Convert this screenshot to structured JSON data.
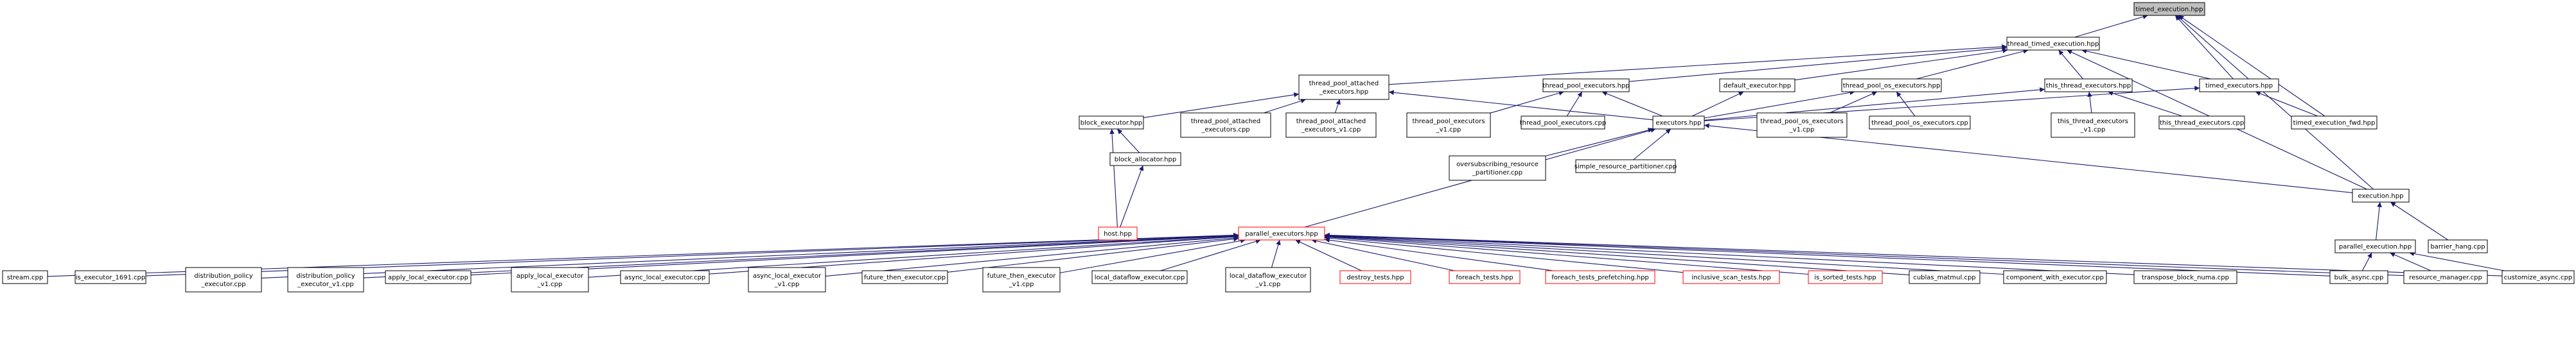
{
  "graph": {
    "type": "include-dependency-graph",
    "colors": {
      "edge": "#191970",
      "root_fill": "#bfbfbf",
      "node_border": "#000000",
      "truncated_border": "#ff0000"
    },
    "nodes": [
      {
        "id": "timed_execution",
        "label": [
          "timed_execution.hpp"
        ],
        "root": true
      },
      {
        "id": "thread_timed_execution",
        "label": [
          "thread_timed_execution.hpp"
        ]
      },
      {
        "id": "thread_pool_attached_executors",
        "label": [
          "thread_pool_attached",
          "_executors.hpp"
        ]
      },
      {
        "id": "thread_pool_executors",
        "label": [
          "thread_pool_executors.hpp"
        ]
      },
      {
        "id": "default_executor",
        "label": [
          "default_executor.hpp"
        ]
      },
      {
        "id": "thread_pool_os_executors",
        "label": [
          "thread_pool_os_executors.hpp"
        ]
      },
      {
        "id": "this_thread_executors",
        "label": [
          "this_thread_executors.hpp"
        ]
      },
      {
        "id": "timed_executors",
        "label": [
          "timed_executors.hpp"
        ]
      },
      {
        "id": "block_executor",
        "label": [
          "block_executor.hpp"
        ]
      },
      {
        "id": "thread_pool_attached_executors_cpp",
        "label": [
          "thread_pool_attached",
          "_executors.cpp"
        ]
      },
      {
        "id": "thread_pool_attached_executors_v1",
        "label": [
          "thread_pool_attached",
          "_executors_v1.cpp"
        ]
      },
      {
        "id": "thread_pool_executors_v1",
        "label": [
          "thread_pool_executors",
          "_v1.cpp"
        ]
      },
      {
        "id": "thread_pool_executors_cpp",
        "label": [
          "thread_pool_executors.cpp"
        ]
      },
      {
        "id": "executors",
        "label": [
          "executors.hpp"
        ]
      },
      {
        "id": "thread_pool_os_executors_v1",
        "label": [
          "thread_pool_os_executors",
          "_v1.cpp"
        ]
      },
      {
        "id": "thread_pool_os_executors_cpp",
        "label": [
          "thread_pool_os_executors.cpp"
        ]
      },
      {
        "id": "this_thread_executors_v1",
        "label": [
          "this_thread_executors",
          "_v1.cpp"
        ]
      },
      {
        "id": "this_thread_executors_cpp",
        "label": [
          "this_thread_executors.cpp"
        ]
      },
      {
        "id": "timed_execution_fwd",
        "label": [
          "timed_execution_fwd.hpp"
        ]
      },
      {
        "id": "block_allocator",
        "label": [
          "block_allocator.hpp"
        ]
      },
      {
        "id": "oversubscribing",
        "label": [
          "oversubscribing_resource",
          "_partitioner.cpp"
        ]
      },
      {
        "id": "simple_resource",
        "label": [
          "simple_resource_partitioner.cpp"
        ]
      },
      {
        "id": "execution",
        "label": [
          "execution.hpp"
        ]
      },
      {
        "id": "host",
        "label": [
          "host.hpp"
        ],
        "truncated": true
      },
      {
        "id": "parallel_executors",
        "label": [
          "parallel_executors.hpp"
        ],
        "truncated": true
      },
      {
        "id": "parallel_execution",
        "label": [
          "parallel_execution.hpp"
        ]
      },
      {
        "id": "barrier_hang",
        "label": [
          "barrier_hang.cpp"
        ]
      },
      {
        "id": "stream",
        "label": [
          "stream.cpp"
        ]
      },
      {
        "id": "is_executor_1691",
        "label": [
          "is_executor_1691.cpp"
        ]
      },
      {
        "id": "distribution_policy_executor",
        "label": [
          "distribution_policy",
          "_executor.cpp"
        ]
      },
      {
        "id": "distribution_policy_executor_v1",
        "label": [
          "distribution_policy",
          "_executor_v1.cpp"
        ]
      },
      {
        "id": "apply_local_executor",
        "label": [
          "apply_local_executor.cpp"
        ]
      },
      {
        "id": "apply_local_executor_v1",
        "label": [
          "apply_local_executor",
          "_v1.cpp"
        ]
      },
      {
        "id": "async_local_executor",
        "label": [
          "async_local_executor.cpp"
        ]
      },
      {
        "id": "async_local_executor_v1",
        "label": [
          "async_local_executor",
          "_v1.cpp"
        ]
      },
      {
        "id": "future_then_executor",
        "label": [
          "future_then_executor.cpp"
        ]
      },
      {
        "id": "future_then_executor_v1",
        "label": [
          "future_then_executor",
          "_v1.cpp"
        ]
      },
      {
        "id": "local_dataflow_executor",
        "label": [
          "local_dataflow_executor.cpp"
        ]
      },
      {
        "id": "local_dataflow_executor_v1",
        "label": [
          "local_dataflow_executor",
          "_v1.cpp"
        ]
      },
      {
        "id": "destroy_tests",
        "label": [
          "destroy_tests.hpp"
        ],
        "truncated": true
      },
      {
        "id": "foreach_tests",
        "label": [
          "foreach_tests.hpp"
        ],
        "truncated": true
      },
      {
        "id": "foreach_tests_prefetching",
        "label": [
          "foreach_tests_prefetching.hpp"
        ],
        "truncated": true
      },
      {
        "id": "inclusive_scan_tests",
        "label": [
          "inclusive_scan_tests.hpp"
        ],
        "truncated": true
      },
      {
        "id": "is_sorted_tests",
        "label": [
          "is_sorted_tests.hpp"
        ],
        "truncated": true
      },
      {
        "id": "cublas_matmul",
        "label": [
          "cublas_matmul.cpp"
        ]
      },
      {
        "id": "component_with_executor",
        "label": [
          "component_with_executor.cpp"
        ]
      },
      {
        "id": "transpose_block_numa",
        "label": [
          "transpose_block_numa.cpp"
        ]
      },
      {
        "id": "bulk_async",
        "label": [
          "bulk_async.cpp"
        ]
      },
      {
        "id": "resource_manager",
        "label": [
          "resource_manager.cpp"
        ]
      },
      {
        "id": "customize_async",
        "label": [
          "customize_async.cpp"
        ]
      }
    ]
  }
}
